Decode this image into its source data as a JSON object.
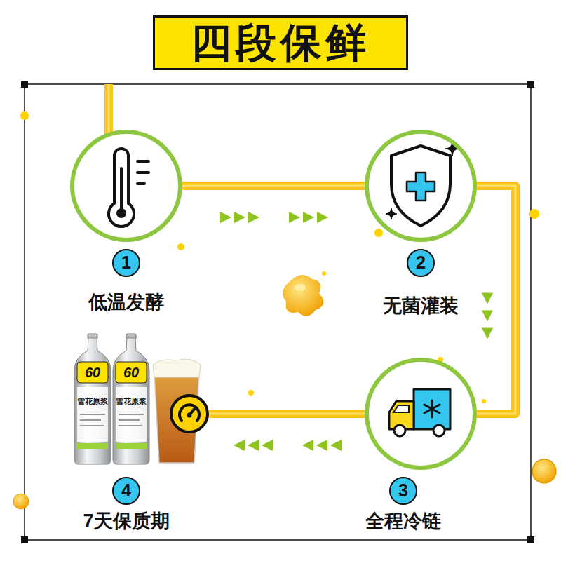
{
  "diagram": {
    "title": "四段保鲜",
    "nodes": [
      {
        "text": [
          "1",
          "低温发酵"
        ]
      },
      {
        "text": [
          "2",
          "无菌灌装"
        ]
      },
      {
        "text": [
          "3",
          "全程冷链"
        ]
      },
      {
        "text": [
          "4",
          "7天保质期"
        ]
      }
    ],
    "edges": [
      {
        "from": 0,
        "to": 1,
        "arrow": "to"
      },
      {
        "from": 1,
        "to": 2,
        "arrow": "to"
      },
      {
        "from": 2,
        "to": 3,
        "arrow": "to"
      }
    ],
    "labels": [
      "60",
      "60",
      "雪花原浆",
      "雪花原浆"
    ]
  }
}
